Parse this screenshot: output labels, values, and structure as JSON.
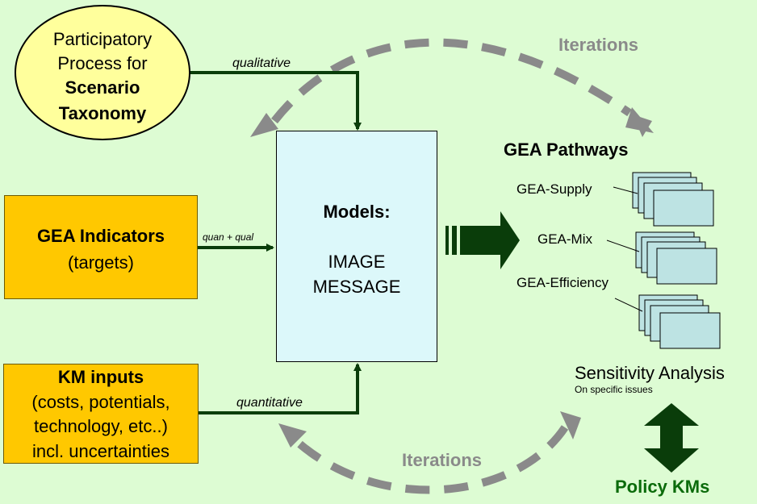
{
  "participatory": {
    "line1": "Participatory",
    "line2": "Process for",
    "line3": "Scenario",
    "line4": "Taxonomy"
  },
  "indicators": {
    "title": "GEA Indicators",
    "sub": "(targets)"
  },
  "km_inputs": {
    "title": "KM inputs",
    "line2": "(costs, potentials,",
    "line3": "technology, etc..)",
    "line4": "incl. uncertainties"
  },
  "models": {
    "title": "Models:",
    "line2": "IMAGE",
    "line3": "MESSAGE"
  },
  "flows": {
    "qualitative": "qualitative",
    "quan_qual": "quan + qual",
    "quantitative": "quantitative"
  },
  "iterations_top": "Iterations",
  "iterations_bottom": "Iterations",
  "pathways": {
    "title": "GEA Pathways",
    "supply": "GEA-Supply",
    "mix": "GEA-Mix",
    "efficiency": "GEA-Efficiency"
  },
  "sensitivity": {
    "title": "Sensitivity Analysis",
    "sub": "On specific issues"
  },
  "policy": "Policy KMs",
  "colors": {
    "background": "#ddfcd3",
    "ellipse": "#ffff9c",
    "orange_box": "#ffc800",
    "models_box": "#dcf8fa",
    "sheet": "#bde3e3",
    "arrow_dark": "#0a3d0a",
    "iteration_gray": "#8a8a8a",
    "policy_green": "#0a6b0a"
  }
}
